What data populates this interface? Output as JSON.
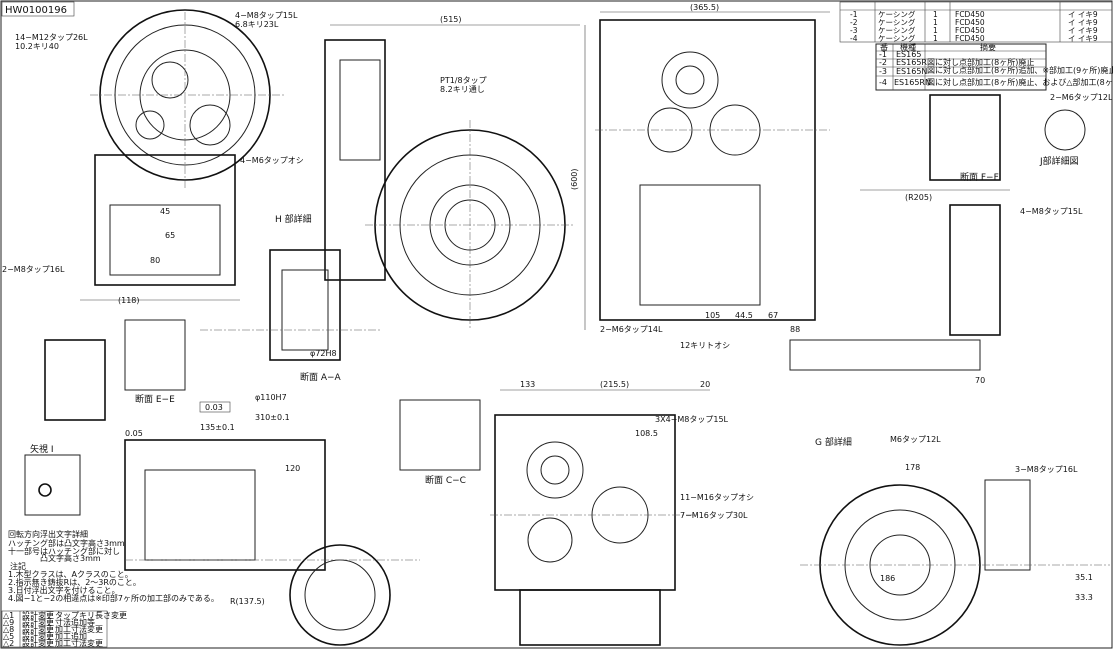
{
  "drawing_number": "HW0100196",
  "parts_table": {
    "rows": [
      {
        "no": "-1",
        "name": "ケーシング",
        "qty": "1",
        "material": "FCD450",
        "mark": "イ イキ9"
      },
      {
        "no": "-2",
        "name": "ケーシング",
        "qty": "1",
        "material": "FCD450",
        "mark": "イ イキ9"
      },
      {
        "no": "-3",
        "name": "ケーシング",
        "qty": "1",
        "material": "FCD450",
        "mark": "イ イキ9"
      },
      {
        "no": "-4",
        "name": "ケーシング",
        "qty": "1",
        "material": "FCD450",
        "mark": "イ イキ9"
      }
    ]
  },
  "variant_table": {
    "headers": [
      "番",
      "機種",
      "摘要"
    ],
    "rows": [
      {
        "no": "-1",
        "model": "ES165",
        "note": ""
      },
      {
        "no": "-2",
        "model": "ES165R",
        "note": "図に対し点部加工(8ヶ所)廃止"
      },
      {
        "no": "-3",
        "model": "ES165N",
        "note": "図に対し点部加工(8ヶ所)追加、※部加工(9ヶ所)廃止"
      },
      {
        "no": "-4",
        "model": "ES165RN",
        "note": "図に対し点部加工(8ヶ所)廃止、および△部加工(8ヶ所)追加"
      }
    ]
  },
  "section_labels": {
    "aa": "断面 A−A",
    "cc": "断面 C−C",
    "ee": "断面 E−E",
    "ff": "断面 F−F",
    "h_detail": "H 部詳細",
    "g_detail": "G 部詳細",
    "j_detail": "J部詳細図",
    "arrow_i": "矢視 I"
  },
  "callouts": {
    "c1": "14−M12タップ26L",
    "c2": "10.2キリ40",
    "c3": "4−M8タップ15L",
    "c4": "6.8キリ23L",
    "c5": "PT1/8タップ",
    "c6": "8.2キリ通し",
    "c7": "2−M8タップ16L",
    "c8": "4−M6タップオシ",
    "c9": "2−M6タップ14L",
    "c10": "12キリトオシ",
    "c11": "3X4−M8タップ15L",
    "c12": "11−M16タップオシ",
    "c13": "7−M16タップ30L",
    "c14": "M6タップ12L",
    "c15": "3−M8タップ16L",
    "c16": "2−M6タップ12L",
    "c17": "4−M8タップ15L"
  },
  "dimensions": {
    "d515": "(515)",
    "d365": "(365.5)",
    "d600": "(600)",
    "d215": "(215.5)",
    "d133": "133",
    "d20": "20",
    "d118": "(118)",
    "d80": "80",
    "d65": "65",
    "d45": "45",
    "d120": "120",
    "d178": "178",
    "d186": "186",
    "d105": "105",
    "d44": "44.5",
    "d67": "67",
    "d88": "88",
    "d70": "70",
    "dR205": "(R205)",
    "d310": "310±0.1",
    "d135": "135±0.1",
    "d108": "108.5",
    "d35": "35.1",
    "d33": "33.3",
    "dR137": "R(137.5)",
    "d72H8": "φ72H8",
    "d110H7": "φ110H7",
    "d003": "0.03",
    "d005": "0.05"
  },
  "notes": {
    "title": "回転方向浮出文字詳細",
    "line1": "ハッチング部は凸文字高さ3mm",
    "line2": "十一部号はハッチング部に対し",
    "line3": "凸文字高さ3mm",
    "heading": "注記",
    "n1": "1.木型クラスは、Aクラスのこと。",
    "n2": "2.指示無き鋳抜Rは、2〜3Rのこと。",
    "n3": "3.日付浮出文字を付けること。",
    "n4": "4.図−1と−2の相違点は※印部7ヶ所の加工部のみである。"
  },
  "revisions": [
    {
      "mark": "△1",
      "text": "設計変更",
      "desc": "タップキリ長さ変更"
    },
    {
      "mark": "△9",
      "text": "設計変更",
      "desc": "寸法追加等"
    },
    {
      "mark": "△8",
      "text": "設計変更",
      "desc": "加工寸法変更"
    },
    {
      "mark": "△5",
      "text": "設計変更",
      "desc": "加工追加"
    },
    {
      "mark": "△2",
      "text": "設計変更",
      "desc": "加工寸法変更"
    }
  ]
}
